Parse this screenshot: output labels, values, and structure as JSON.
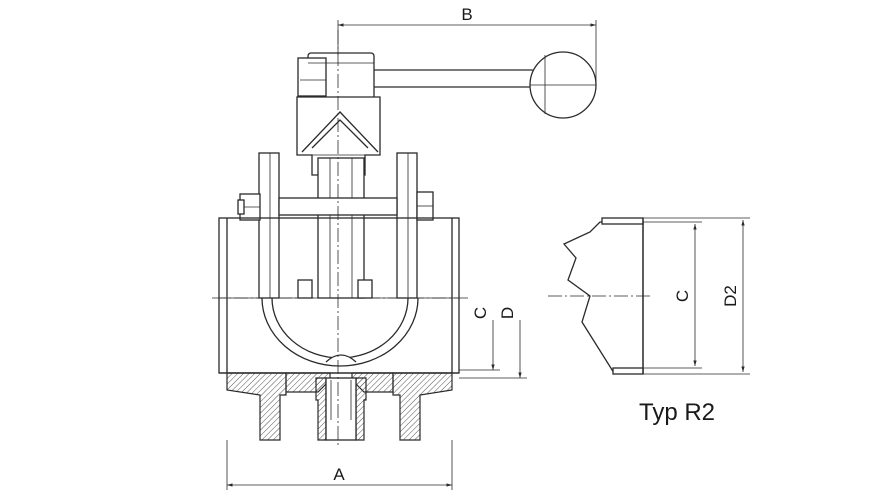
{
  "labels": {
    "B": "B",
    "C_left": "C",
    "D": "D",
    "A": "A",
    "C_right": "C",
    "D2": "D2"
  },
  "caption": "Typ R2"
}
